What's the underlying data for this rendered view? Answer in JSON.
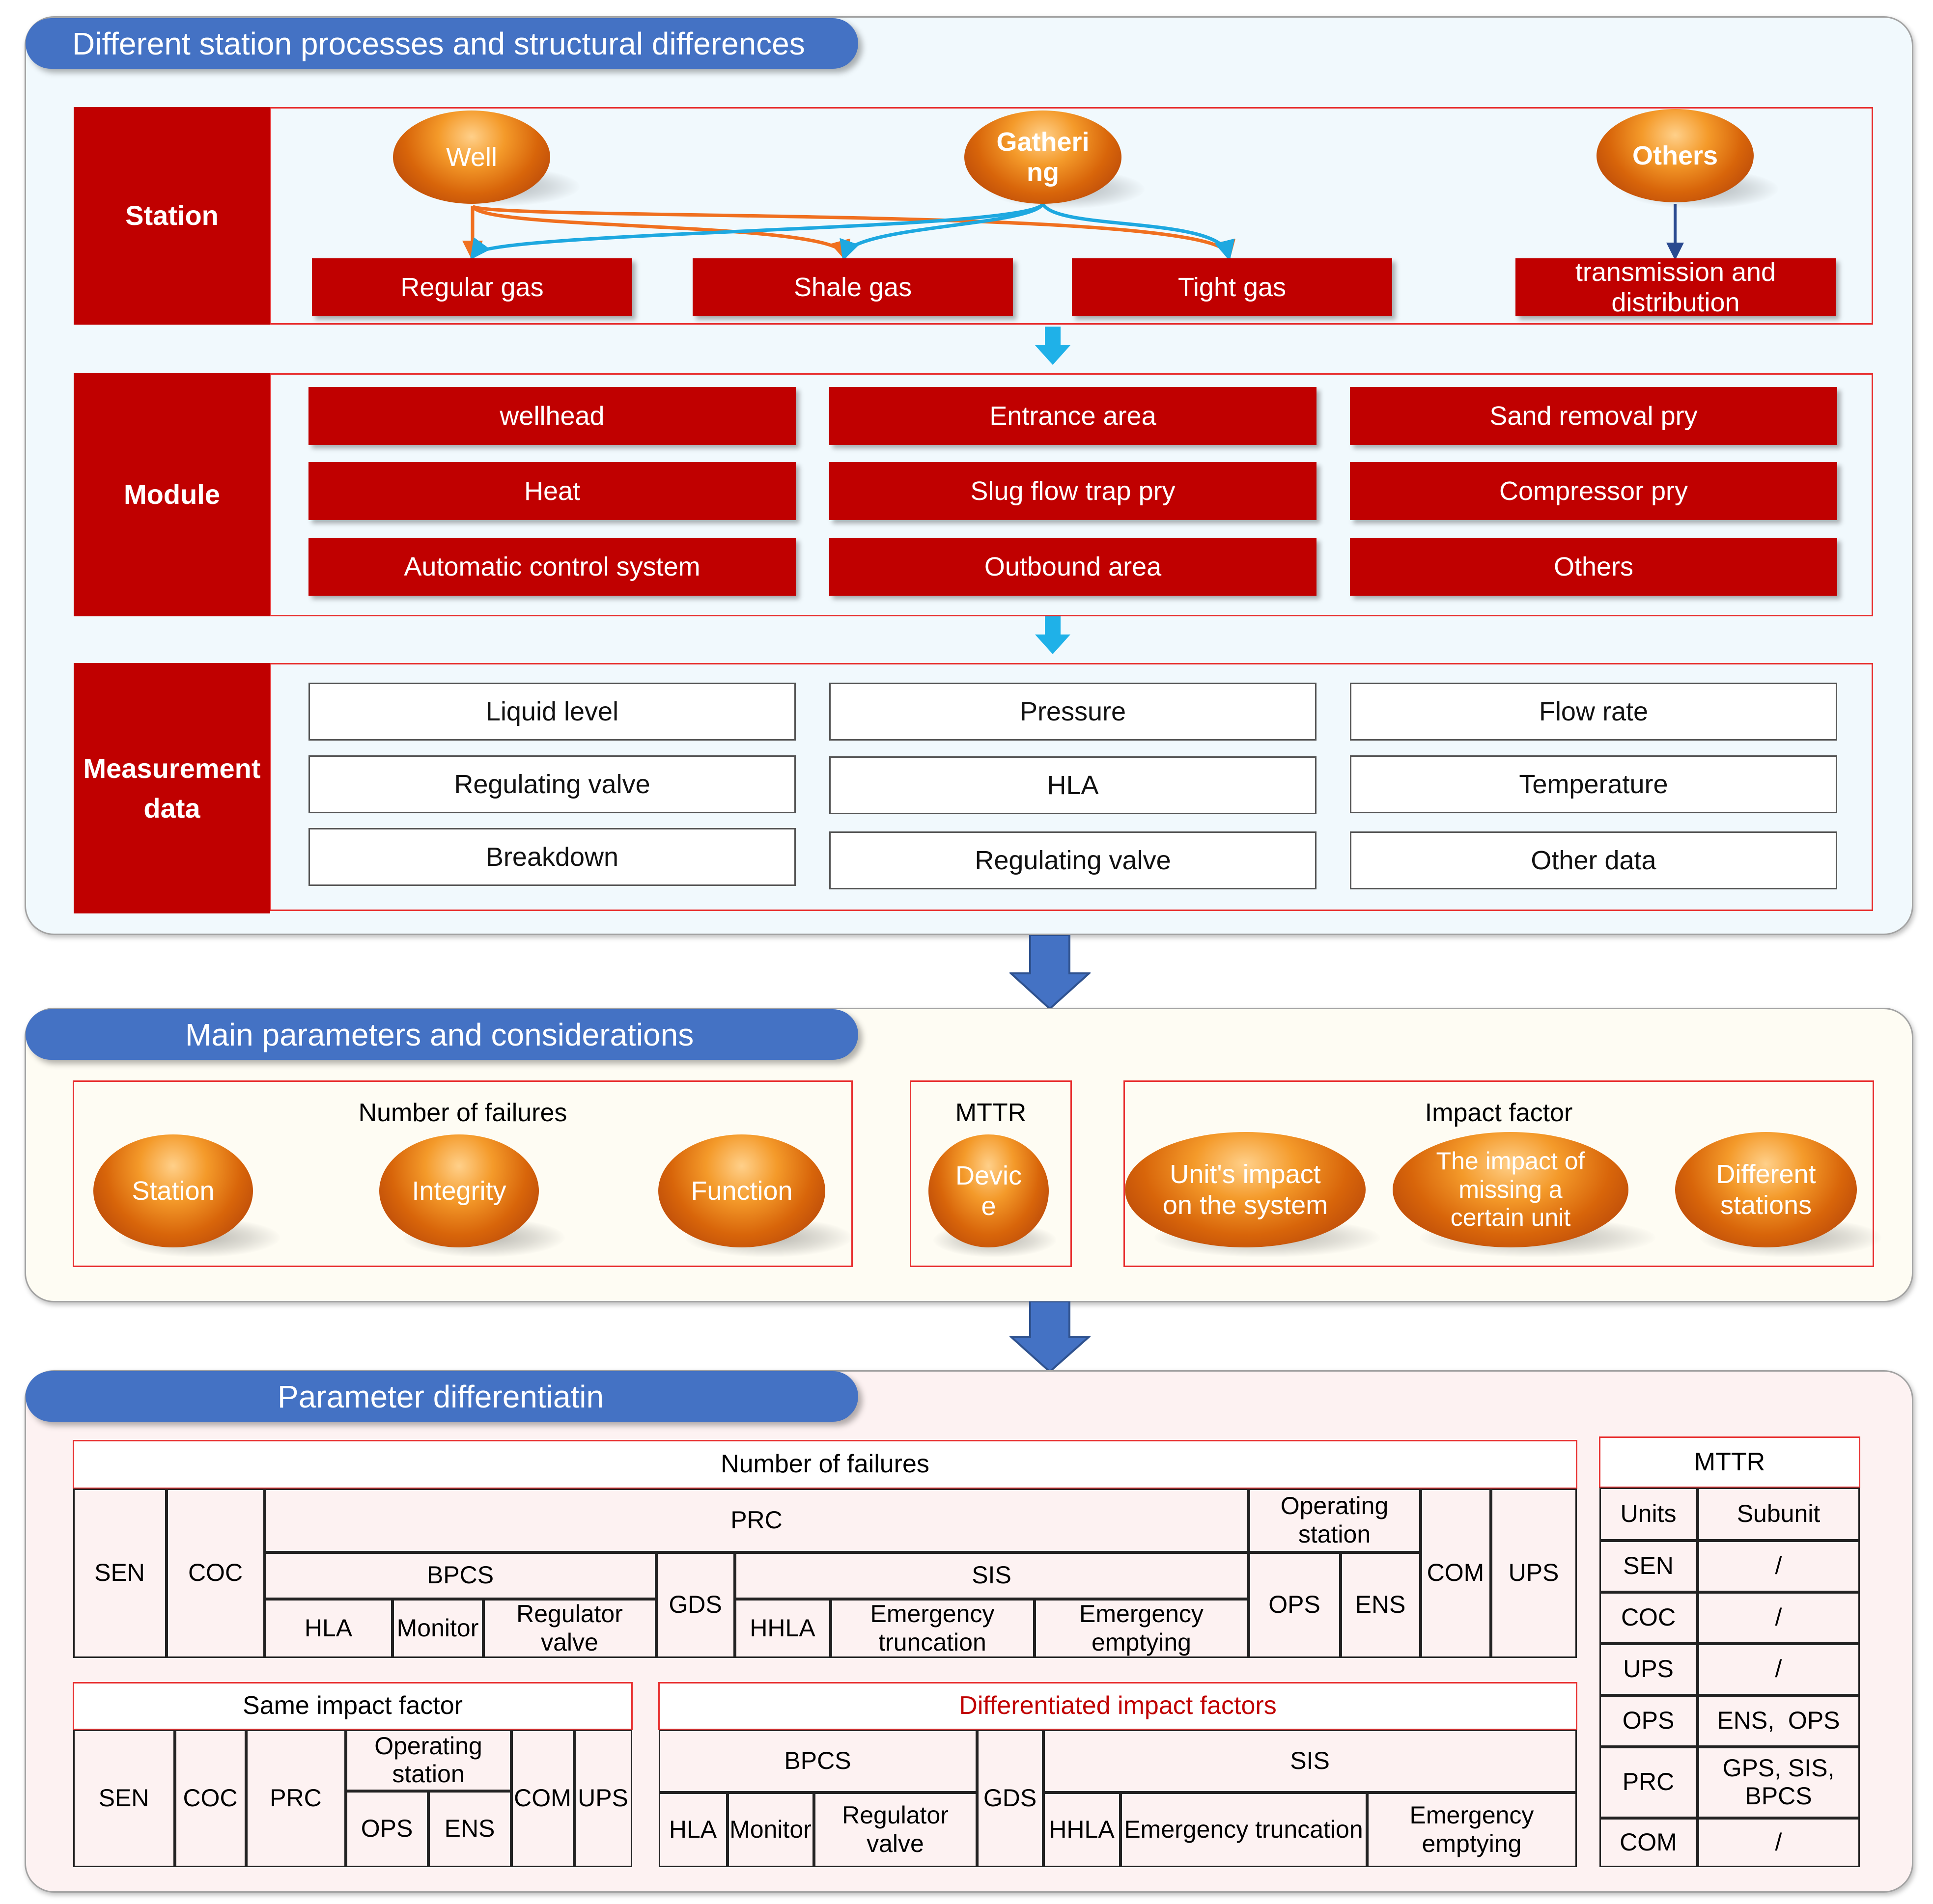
{
  "section1": {
    "title": "Different station processes and structural differences",
    "station_label": "Station",
    "station_nodes": [
      "Well",
      "Gatheri ng",
      "Others"
    ],
    "station_types": [
      "Regular gas",
      "Shale gas",
      "Tight gas",
      "transmission and distribution"
    ],
    "module_label": "Module",
    "modules": [
      "wellhead",
      "Entrance area",
      "Sand removal pry",
      "Heat",
      "Slug flow trap pry",
      "Compressor pry",
      "Automatic control system",
      "Outbound area",
      "Others"
    ],
    "measurement_label": "Measurement data",
    "measurements": [
      "Liquid level",
      "Pressure",
      "Flow rate",
      "Regulating valve",
      "HLA",
      "Temperature",
      "Breakdown",
      "Regulating valve",
      "Other data"
    ]
  },
  "section2": {
    "title": "Main parameters and considerations",
    "failures_title": "Number of failures",
    "failures_items": [
      "Station",
      "Integrity",
      "Function"
    ],
    "mttr_title": "MTTR",
    "mttr_item": "Devic e",
    "impact_title": "Impact factor",
    "impact_items": [
      "Unit's impact on the system",
      "The impact of missing a certain unit",
      "Different stations"
    ]
  },
  "section3": {
    "title": "Parameter differentiatin",
    "failures_table": {
      "title": "Number of failures",
      "sen": "SEN",
      "coc": "COC",
      "prc": "PRC",
      "operating_station": "Operating station",
      "com": "COM",
      "ups": "UPS",
      "bpcs": "BPCS",
      "gds": "GDS",
      "sis": "SIS",
      "ops": "OPS",
      "ens": "ENS",
      "hla": "HLA",
      "monitor": "Monitor",
      "regulator_valve": "Regulator valve",
      "hhla": "HHLA",
      "emergency_truncation": "Emergency truncation",
      "emergency_emptying": "Emergency emptying"
    },
    "same_table": {
      "title": "Same impact factor",
      "sen": "SEN",
      "coc": "COC",
      "prc": "PRC",
      "operating_station": "Operating station",
      "com": "COM",
      "ups": "UPS",
      "ops": "OPS",
      "ens": "ENS"
    },
    "diff_table": {
      "title": "Differentiated impact factors",
      "bpcs": "BPCS",
      "gds": "GDS",
      "sis": "SIS",
      "hla": "HLA",
      "monitor": "Monitor",
      "regulator_valve": "Regulator valve",
      "hhla": "HHLA",
      "emergency_truncation": "Emergency truncation",
      "emergency_emptying": "Emergency emptying"
    },
    "mttr_table": {
      "title": "MTTR",
      "headers": [
        "Units",
        "Subunit"
      ],
      "rows": [
        [
          "SEN",
          "/"
        ],
        [
          "COC",
          "/"
        ],
        [
          "UPS",
          "/"
        ],
        [
          "OPS",
          "ENS,  OPS"
        ],
        [
          "PRC",
          "GPS,  SIS, BPCS"
        ],
        [
          "COM",
          "/"
        ]
      ]
    }
  },
  "colors": {
    "banner": "#4472c4",
    "red": "#c00000",
    "frame": "#e83030",
    "arrow_blue": "#4472c4",
    "arrow_cyan": "#1fb1e8",
    "line_orange": "#f07020",
    "line_blue": "#1ea8e0"
  }
}
